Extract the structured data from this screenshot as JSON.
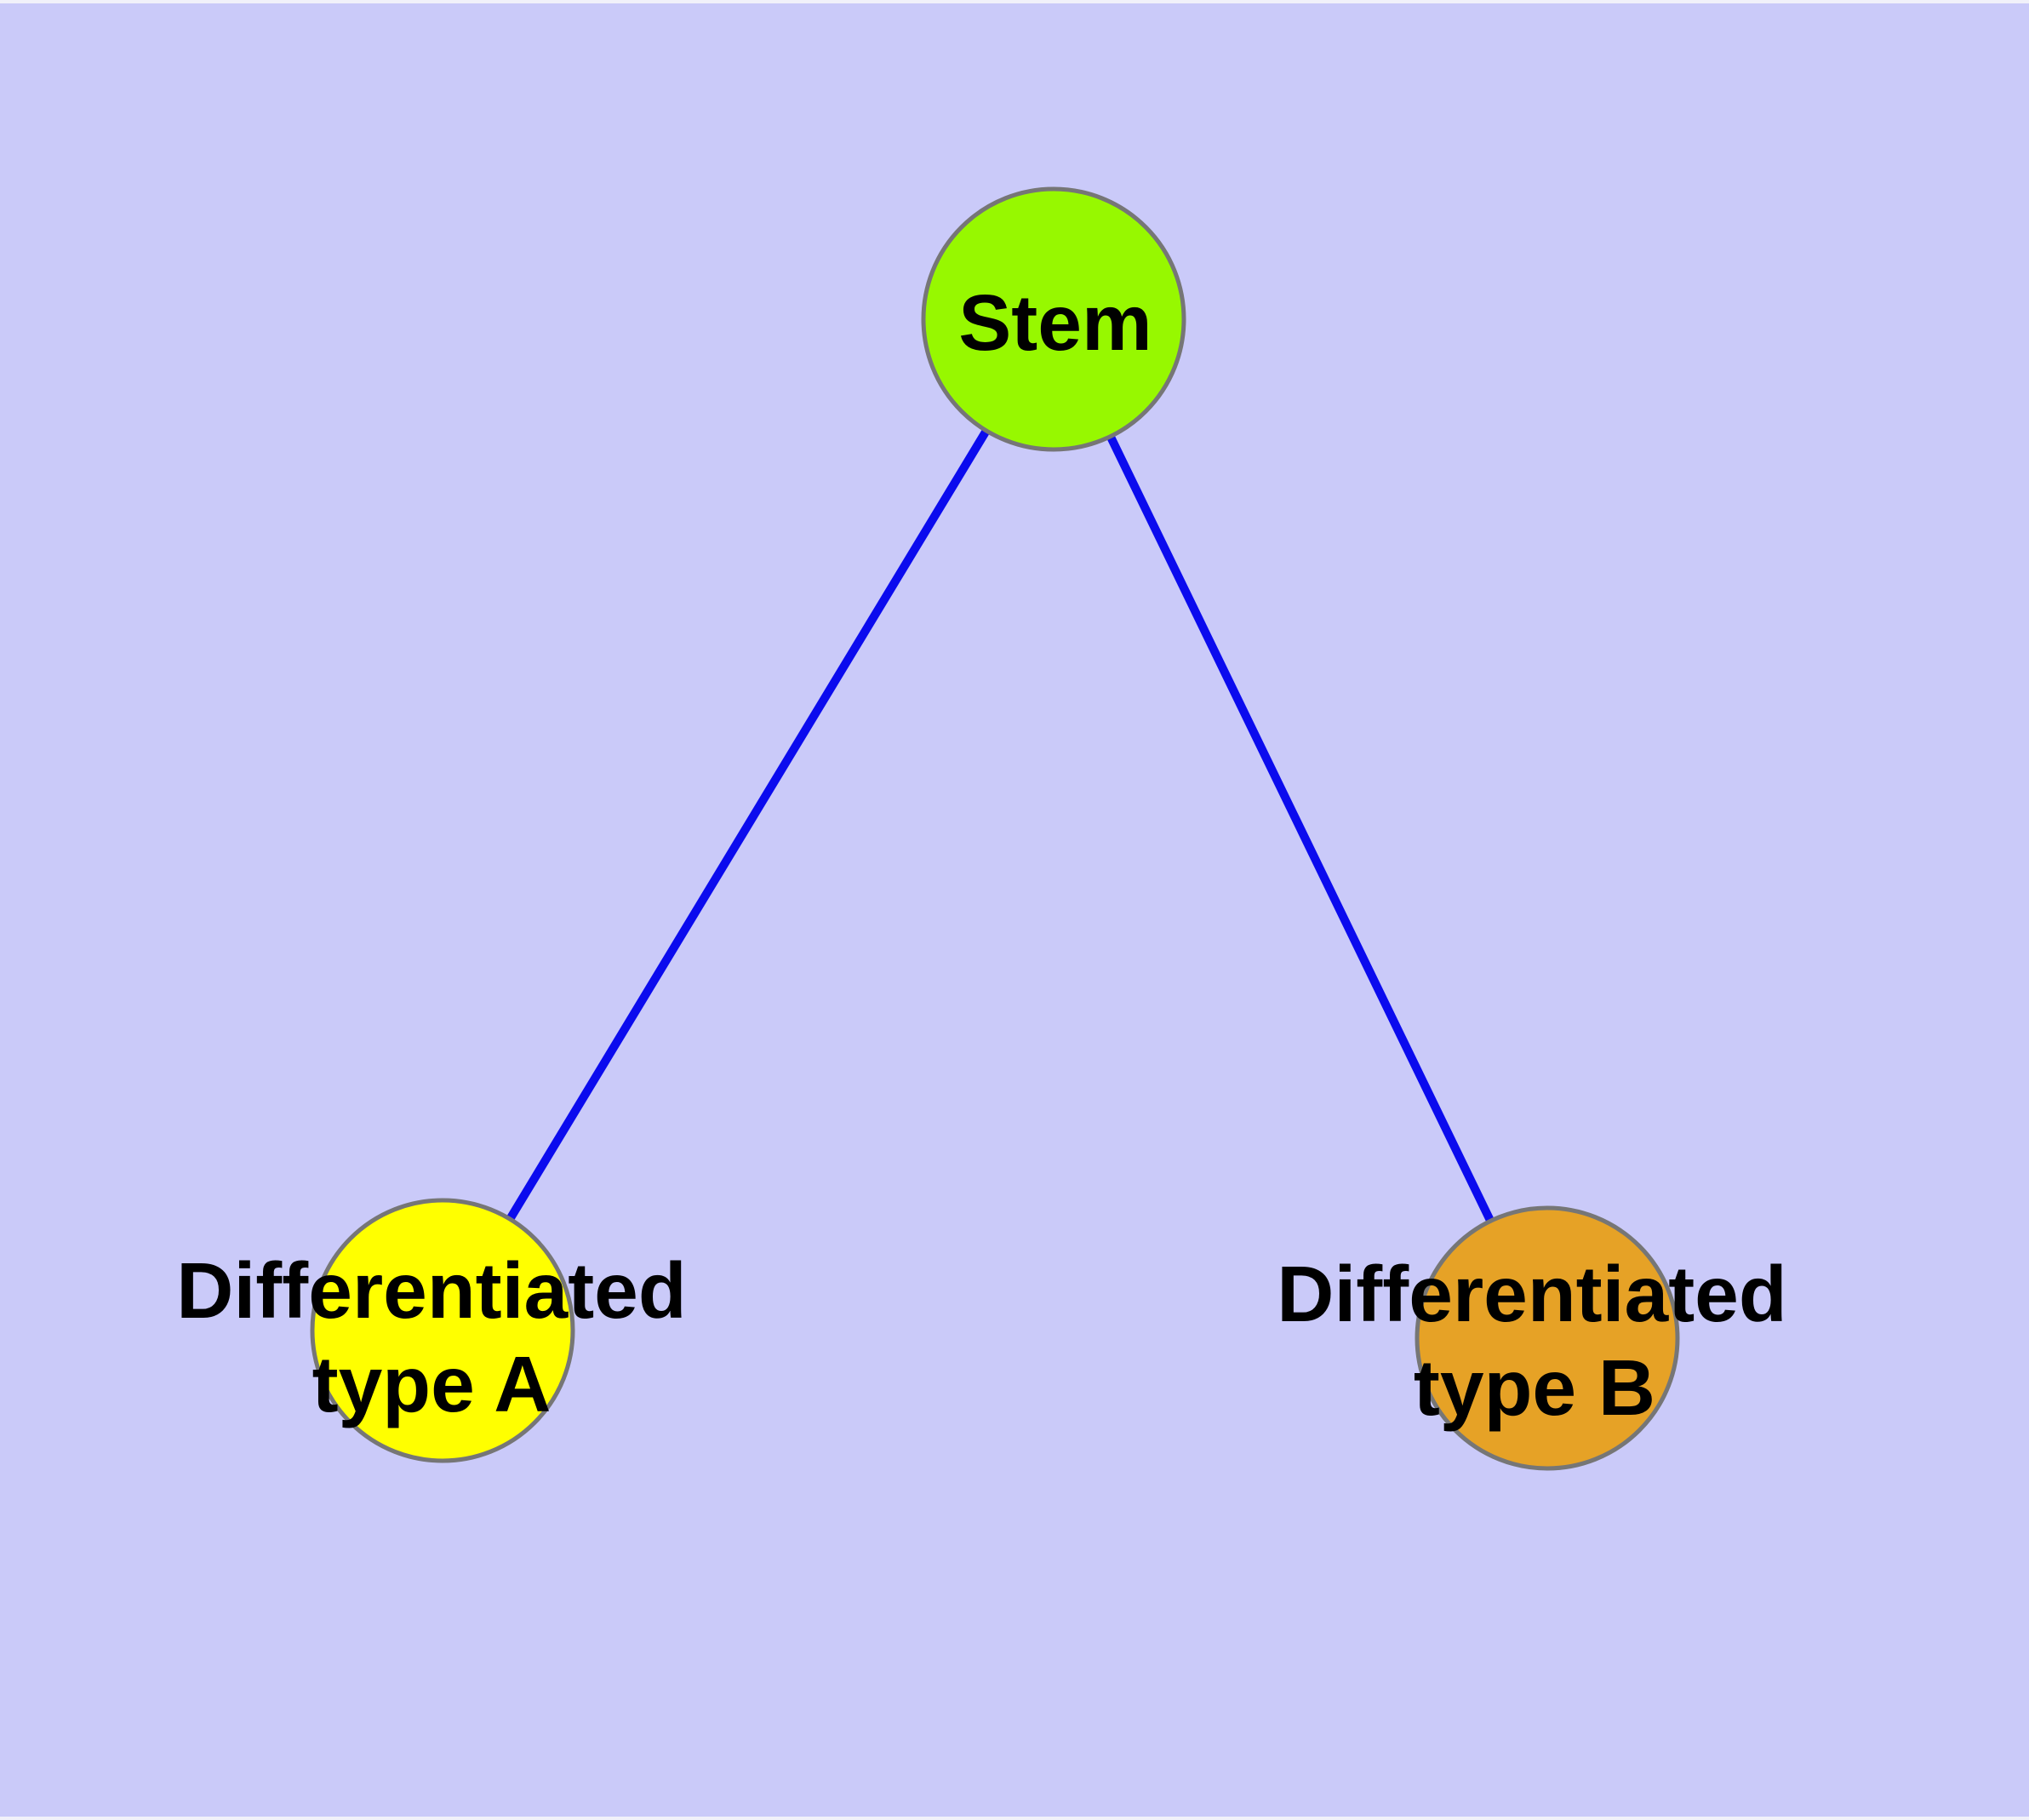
{
  "colors": {
    "page_edge": "#F1F1FA",
    "background": "#CACAF9",
    "edge": "#0B0BEE",
    "node_border": "#767676",
    "label": "#000000",
    "stem_fill": "#97F800",
    "type_a_fill": "#FFFF00",
    "type_b_fill": "#E6A226"
  },
  "diagram": {
    "type": "graph",
    "nodes": {
      "stem": {
        "label": "Stem",
        "fill": "#97F800"
      },
      "type_a": {
        "label": "Differentiated type A",
        "label_line1": "Differentiated",
        "label_line2": "type A",
        "fill": "#FFFF00"
      },
      "type_b": {
        "label": "Differentiated type B",
        "label_line1": "Differentiated",
        "label_line2": "type B",
        "fill": "#E6A226"
      }
    },
    "edges": [
      {
        "from": "Stem",
        "to": "Differentiated type A"
      },
      {
        "from": "Stem",
        "to": "Differentiated type B"
      }
    ]
  }
}
